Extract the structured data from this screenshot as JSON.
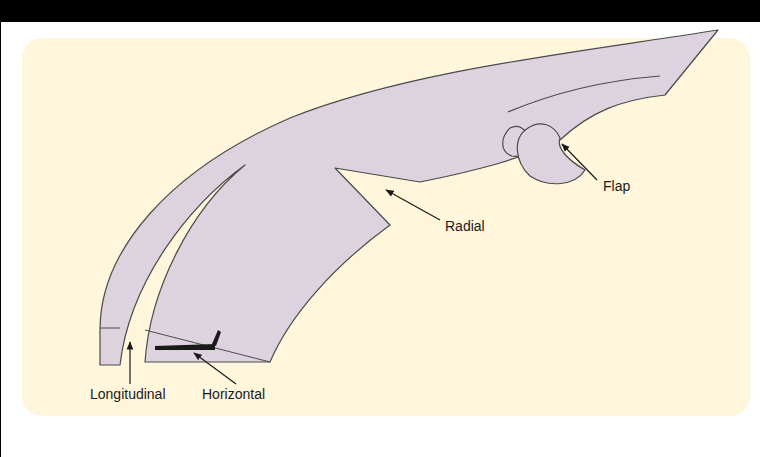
{
  "diagram": {
    "labels": [
      "Longitudinal",
      "Horizontal",
      "Radial",
      "Flap"
    ]
  }
}
